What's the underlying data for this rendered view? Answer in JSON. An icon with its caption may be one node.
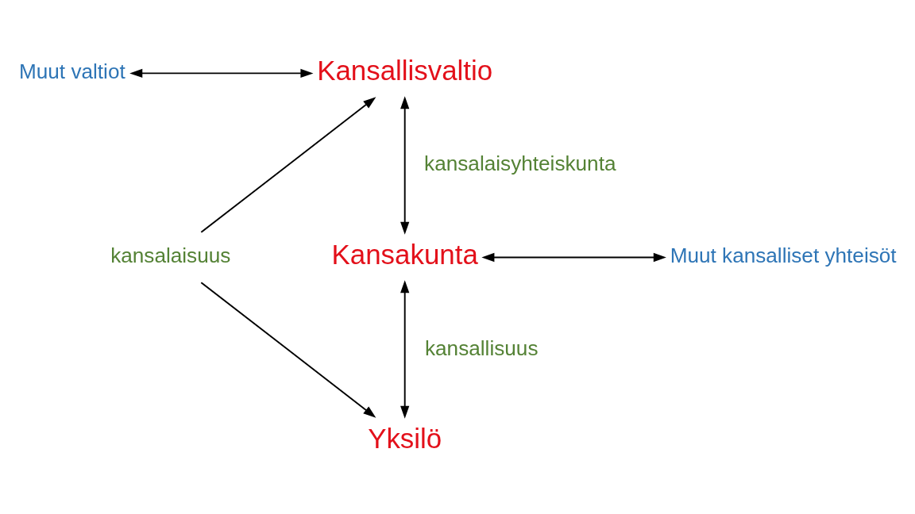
{
  "diagram": {
    "nodes": [
      {
        "text": [
          "Muut valtiot"
        ]
      },
      {
        "text": [
          "Kansallisvaltio"
        ]
      },
      {
        "text": [
          "kansalaisuus"
        ]
      },
      {
        "text": [
          "Kansakunta"
        ]
      },
      {
        "text": [
          "Muut kansalliset yhteisöt"
        ]
      },
      {
        "text": [
          "Yksilö"
        ]
      }
    ],
    "edges": [
      {
        "from": 0,
        "to": 1,
        "arrow": "both"
      },
      {
        "from": 1,
        "to": 3,
        "arrow": "both",
        "label": "kansalaisyhteiskunta"
      },
      {
        "from": 2,
        "to": 1,
        "arrow": "to"
      },
      {
        "from": 3,
        "to": 4,
        "arrow": "both"
      },
      {
        "from": 3,
        "to": 5,
        "arrow": "both",
        "label": "kansallisuus"
      },
      {
        "from": 2,
        "to": 5,
        "arrow": "to"
      }
    ]
  }
}
